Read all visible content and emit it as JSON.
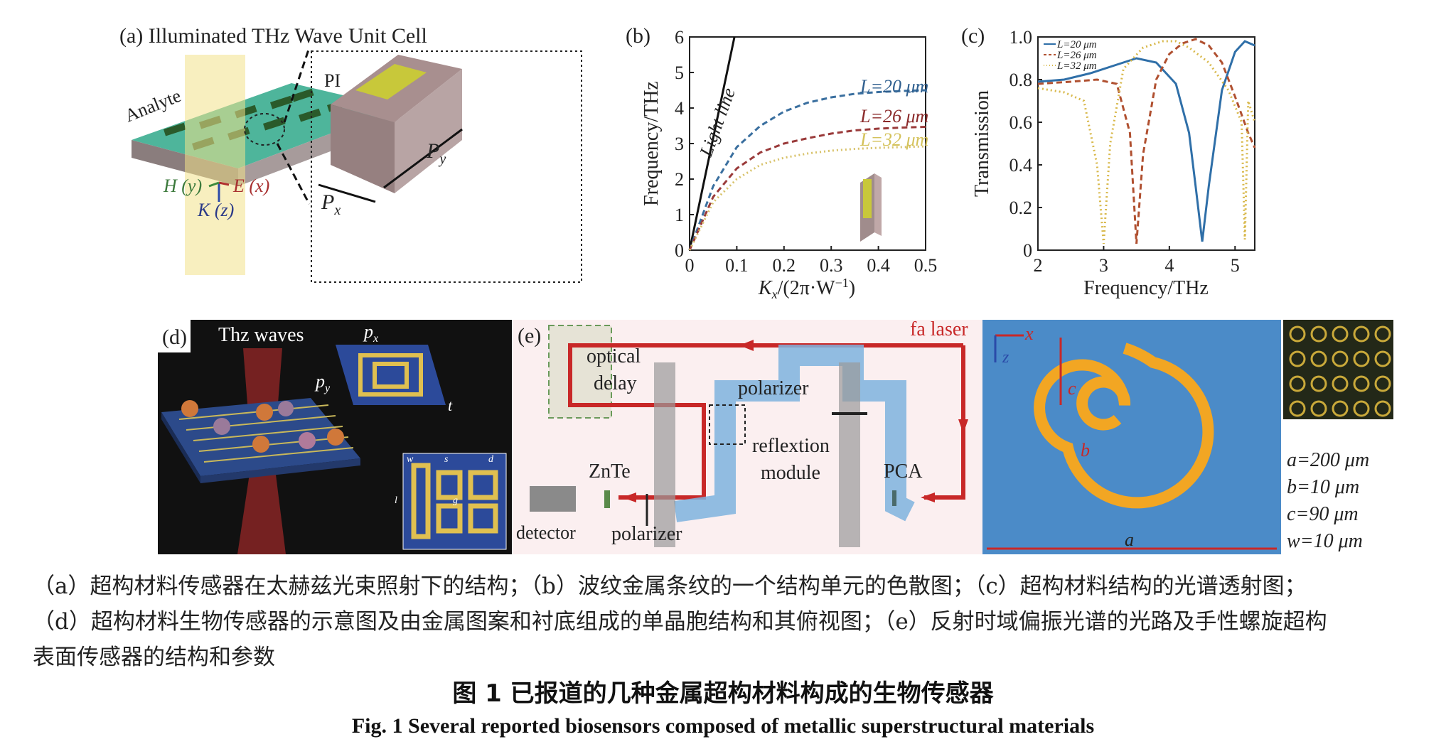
{
  "panel_a": {
    "label": "(a) Illuminated THz Wave",
    "unit_cell": "Unit Cell",
    "analyte": "Analyte",
    "pi": "PI",
    "py": "P",
    "py_sub": "y",
    "px": "P",
    "px_sub": "x",
    "h_axis": "H (y)",
    "e_axis": "E (x)",
    "k_axis": "K (z)"
  },
  "panel_b": {
    "label": "(b)",
    "light_line": "Light line",
    "ylabel": "Frequency/THz",
    "xlabel_pre": "K",
    "xlabel_sub": "x",
    "xlabel_post": "/(2π·W",
    "xlabel_sup": "−1",
    "xlabel_end": ")",
    "series_labels": [
      "L=20 μm",
      "L=26 μm",
      "L=32 μm"
    ],
    "colors": [
      "#2f5f8f",
      "#8b2a2a",
      "#d4c25a"
    ]
  },
  "panel_c": {
    "label": "(c)",
    "ylabel": "Transmission",
    "xlabel": "Frequency/THz",
    "legend": [
      "L=20 μm",
      "L=26 μm",
      "L=32 μm"
    ]
  },
  "panel_d": {
    "label": "(d)",
    "title": "Thz waves",
    "px": "p",
    "px_sub": "x",
    "py": "p",
    "py_sub": "y",
    "t": "t",
    "w": "w",
    "s": "s",
    "d": "d",
    "l": "l",
    "g": "g"
  },
  "panel_e": {
    "label": "(e)",
    "fa_laser": "fa laser",
    "optical": "optical",
    "delay": "delay",
    "polarizer_top": "polarizer",
    "reflexion": "reflextion",
    "module": "module",
    "znte": "ZnTe",
    "pca": "PCA",
    "detector": "detector",
    "polarizer_bottom": "polarizer",
    "x": "x",
    "z": "z",
    "a": "a",
    "b": "b",
    "c": "c",
    "params": [
      "a=200 μm",
      "b=10 μm",
      "c=90 μm",
      "w=10 μm"
    ]
  },
  "caption_lines": [
    "（a）超构材料传感器在太赫兹光束照射下的结构；（b）波纹金属条纹的一个结构单元的色散图；（c）超构材料结构的光谱透射图；",
    "（d）超构材料生物传感器的示意图及由金属图案和衬底组成的单晶胞结构和其俯视图；（e）反射时域偏振光谱的光路及手性螺旋超构",
    "表面传感器的结构和参数"
  ],
  "figure_title_cn": "图 1   已报道的几种金属超构材料构成的生物传感器",
  "figure_title_en": "Fig. 1    Several reported biosensors composed of metallic superstructural materials",
  "chart_data": [
    {
      "type": "line",
      "panel": "b",
      "xlabel": "Kx/(2π·W−1)",
      "ylabel": "Frequency/THz",
      "xlim": [
        0,
        0.5
      ],
      "ylim": [
        0,
        6
      ],
      "xticks": [
        "0",
        "0.1",
        "0.2",
        "0.3",
        "0.4",
        "0.5"
      ],
      "yticks": [
        "0",
        "1",
        "2",
        "3",
        "4",
        "5",
        "6"
      ],
      "series": [
        {
          "name": "Light line",
          "x": [
            0,
            0.095
          ],
          "y": [
            0,
            6
          ]
        },
        {
          "name": "L=20 μm",
          "x": [
            0,
            0.05,
            0.1,
            0.15,
            0.2,
            0.25,
            0.3,
            0.35,
            0.4,
            0.45,
            0.5
          ],
          "y": [
            0,
            1.8,
            2.9,
            3.5,
            3.9,
            4.15,
            4.3,
            4.4,
            4.45,
            4.48,
            4.5
          ]
        },
        {
          "name": "L=26 μm",
          "x": [
            0,
            0.05,
            0.1,
            0.15,
            0.2,
            0.25,
            0.3,
            0.35,
            0.4,
            0.45,
            0.5
          ],
          "y": [
            0,
            1.5,
            2.3,
            2.75,
            3.0,
            3.15,
            3.28,
            3.37,
            3.42,
            3.45,
            3.47
          ]
        },
        {
          "name": "L=32 μm",
          "x": [
            0,
            0.05,
            0.1,
            0.15,
            0.2,
            0.25,
            0.3,
            0.35,
            0.4,
            0.45,
            0.5
          ],
          "y": [
            0,
            1.35,
            2.0,
            2.4,
            2.6,
            2.72,
            2.8,
            2.85,
            2.88,
            2.9,
            2.92
          ]
        }
      ]
    },
    {
      "type": "line",
      "panel": "c",
      "xlabel": "Frequency/THz",
      "ylabel": "Transmission",
      "xlim": [
        2,
        5.3
      ],
      "ylim": [
        0,
        1.0
      ],
      "xticks": [
        "2",
        "3",
        "4",
        "5"
      ],
      "yticks": [
        "0",
        "0.2",
        "0.4",
        "0.6",
        "0.8",
        "1.0"
      ],
      "series": [
        {
          "name": "L=20 μm",
          "x": [
            2,
            2.4,
            2.8,
            3.2,
            3.5,
            3.8,
            4.1,
            4.3,
            4.4,
            4.5,
            4.6,
            4.8,
            5.0,
            5.15,
            5.3
          ],
          "y": [
            0.79,
            0.8,
            0.83,
            0.87,
            0.9,
            0.88,
            0.78,
            0.55,
            0.3,
            0.04,
            0.3,
            0.75,
            0.93,
            0.98,
            0.96
          ]
        },
        {
          "name": "L=26 μm",
          "x": [
            2,
            2.5,
            2.9,
            3.2,
            3.4,
            3.5,
            3.6,
            3.8,
            4.0,
            4.2,
            4.4,
            4.6,
            4.8,
            5.0,
            5.2,
            5.3
          ],
          "y": [
            0.78,
            0.79,
            0.8,
            0.78,
            0.55,
            0.03,
            0.45,
            0.8,
            0.92,
            0.97,
            0.99,
            0.96,
            0.88,
            0.72,
            0.55,
            0.48
          ]
        },
        {
          "name": "L=32 μm",
          "x": [
            2,
            2.4,
            2.7,
            2.9,
            3.0,
            3.1,
            3.3,
            3.6,
            3.9,
            4.1,
            4.3,
            4.6,
            4.9,
            5.1,
            5.15,
            5.2,
            5.3
          ],
          "y": [
            0.76,
            0.74,
            0.7,
            0.4,
            0.03,
            0.5,
            0.85,
            0.95,
            0.98,
            0.98,
            0.95,
            0.88,
            0.75,
            0.6,
            0.05,
            0.7,
            0.6
          ]
        }
      ]
    }
  ]
}
